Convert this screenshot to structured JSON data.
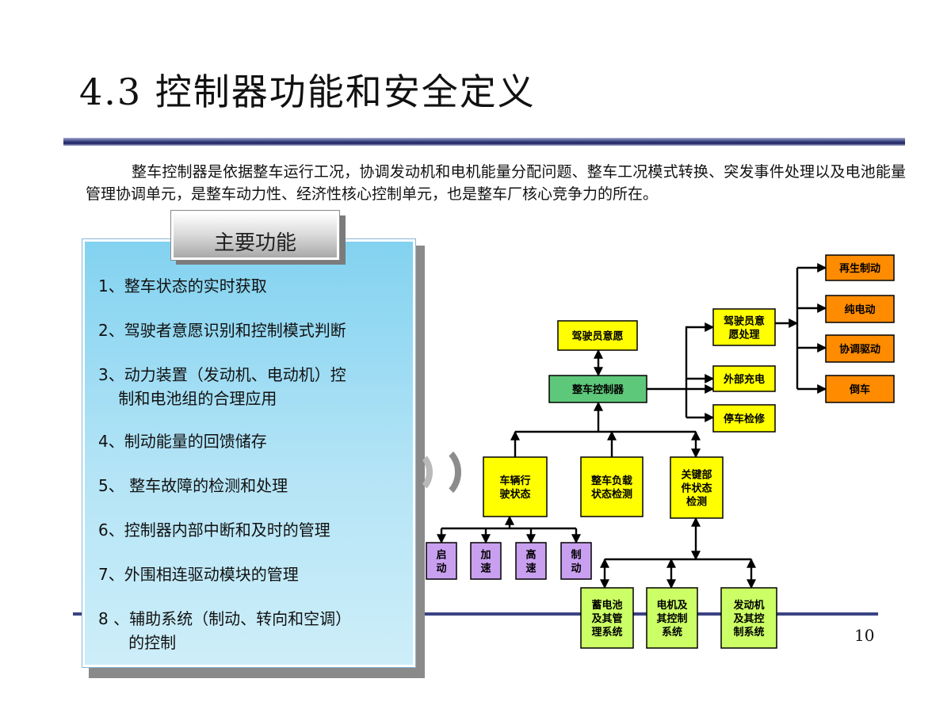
{
  "title": "4.3 控制器功能和安全定义",
  "intro": "整车控制器是依据整车运行工况，协调发动机和电机能量分配问题、整车工况模式转换、突发事件处理以及电池能量管理协调单元，是整车动力性、经济性核心控制单元，也是整车厂核心竞争力的所在。",
  "panel": {
    "heading": "主要功能",
    "items": [
      "1、整车状态的实时获取",
      "2、驾驶者意愿识别和控制模式判断",
      "3、动力装置（发动机、电动机）控\n    制和电池组的合理应用",
      "4、制动能量的回馈储存",
      "5、 整车故障的检测和处理",
      "6、控制器内部中断和及时的管理",
      "7、外围相连驱动模块的管理",
      "8 、辅助系统（制动、转向和空调）\n      的控制"
    ]
  },
  "page_number": "10",
  "colors": {
    "yellow": "#ffff00",
    "green": "#5ec87a",
    "orange": "#ff8c00",
    "purple": "#c9a0f0",
    "lime": "#ccff66",
    "title_bar": "#2a3273"
  },
  "diagram": {
    "nodes": [
      {
        "id": "driver_intent",
        "label": [
          "驾驶员意愿"
        ],
        "color": "yellow"
      },
      {
        "id": "vcu",
        "label": [
          "整车控制器"
        ],
        "color": "green"
      },
      {
        "id": "intent_proc",
        "label": [
          "驾驶员意",
          "愿处理"
        ],
        "color": "yellow"
      },
      {
        "id": "ext_charge",
        "label": [
          "外部充电"
        ],
        "color": "yellow"
      },
      {
        "id": "park_check",
        "label": [
          "停车检修"
        ],
        "color": "yellow"
      },
      {
        "id": "regen",
        "label": [
          "再生制动"
        ],
        "color": "orange"
      },
      {
        "id": "pure_ev",
        "label": [
          "纯电动"
        ],
        "color": "orange"
      },
      {
        "id": "coop_drive",
        "label": [
          "协调驱动"
        ],
        "color": "orange"
      },
      {
        "id": "reverse",
        "label": [
          "倒车"
        ],
        "color": "orange"
      },
      {
        "id": "vehicle_state",
        "label": [
          "车辆行",
          "驶状态"
        ],
        "color": "yellow"
      },
      {
        "id": "load_detect",
        "label": [
          "整车负载",
          "状态检测"
        ],
        "color": "yellow"
      },
      {
        "id": "key_parts",
        "label": [
          "关键部",
          "件状态",
          "检测"
        ],
        "color": "yellow"
      },
      {
        "id": "start",
        "label": [
          "启",
          "动"
        ],
        "color": "purple"
      },
      {
        "id": "accel",
        "label": [
          "加",
          "速"
        ],
        "color": "purple"
      },
      {
        "id": "high_speed",
        "label": [
          "高",
          "速"
        ],
        "color": "purple"
      },
      {
        "id": "brake",
        "label": [
          "制",
          "动"
        ],
        "color": "purple"
      },
      {
        "id": "battery",
        "label": [
          "蓄电池",
          "及其管",
          "理系统"
        ],
        "color": "lime"
      },
      {
        "id": "motor",
        "label": [
          "电机及",
          "其控制",
          "系统"
        ],
        "color": "lime"
      },
      {
        "id": "engine",
        "label": [
          "发动机",
          "及其控",
          "制系统"
        ],
        "color": "lime"
      }
    ]
  }
}
